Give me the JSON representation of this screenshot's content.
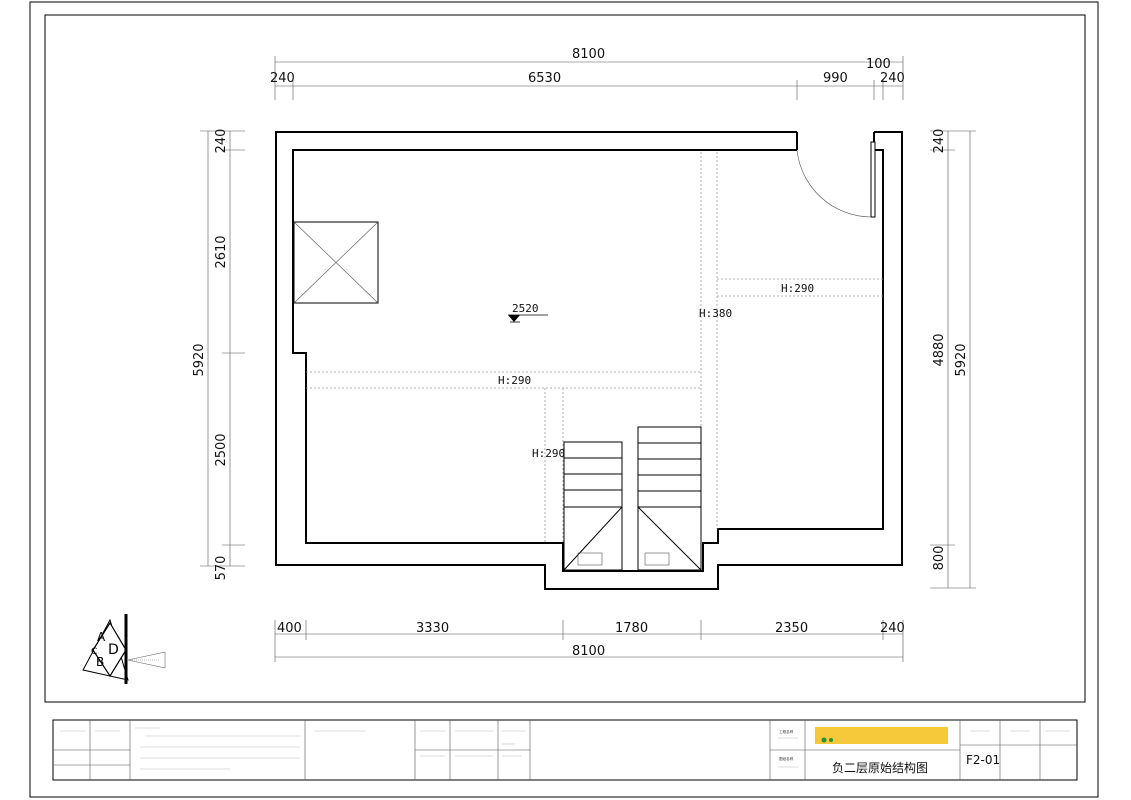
{
  "dimensions": {
    "top_total": "8100",
    "top_segments": [
      "240",
      "6530",
      "990",
      "100",
      "240"
    ],
    "bottom_total": "8100",
    "bottom_segments": [
      "400",
      "3330",
      "1780",
      "2350",
      "240"
    ],
    "left_total": "5920",
    "left_segments": [
      "240",
      "2610",
      "2500",
      "570"
    ],
    "right_total": "5920",
    "right_segments": [
      "240",
      "4880",
      "800"
    ]
  },
  "annotations": {
    "level_mark": "2520",
    "h_top_right": "H:290",
    "h_vertical": "H:380",
    "h_middle": "H:290",
    "h_stairs": "H:290"
  },
  "compass": {
    "letters": [
      "A",
      "C",
      "D",
      "B"
    ]
  },
  "title_block": {
    "drawing_title": "负二层原始结构图",
    "drawing_number": "F2-01",
    "project_label": "工程名称",
    "drawing_name_label": "图纸名称",
    "highlight_color": "#f5c93a"
  }
}
